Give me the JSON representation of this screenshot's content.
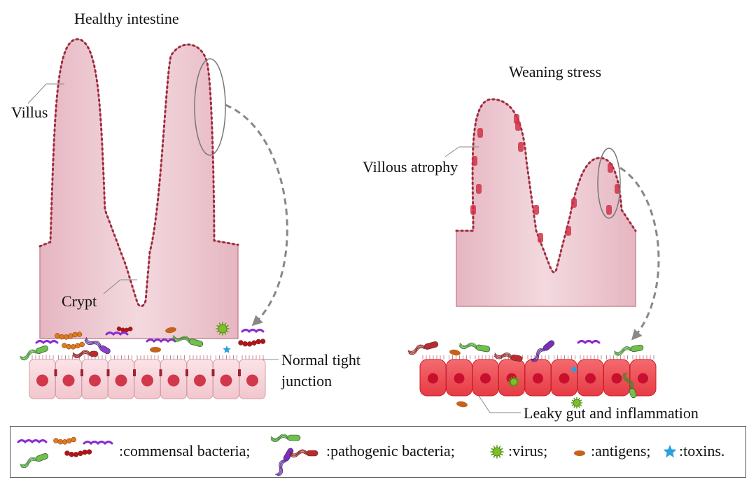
{
  "panels": {
    "healthy": {
      "title": "Healthy intestine",
      "labels": {
        "villus": "Villus",
        "crypt": "Crypt",
        "junction_line1": "Normal tight",
        "junction_line2": "junction"
      }
    },
    "stress": {
      "title": "Weaning stress",
      "labels": {
        "atrophy": "Villous atrophy",
        "leaky": "Leaky gut and inflammation"
      }
    }
  },
  "legend": {
    "commensal": ":commensal bacteria;",
    "pathogenic": ":pathogenic bacteria;",
    "virus": ":virus;",
    "antigens": ":antigens;",
    "toxins": ":toxins."
  },
  "colors": {
    "tissue": "#e8bcc6",
    "tissue_light": "#f4dde3",
    "healthy_cell": "#f6d0d6",
    "healthy_nucleus": "#d1384c",
    "inflamed_cell": "#ee4a50",
    "inflamed_nucleus": "#c8102e",
    "commensal": "#e07a1c",
    "pathogenic": "#7a2dbd",
    "virus": "#7bbf2a",
    "antigen": "#c4621e",
    "toxin": "#2aa0dd"
  }
}
